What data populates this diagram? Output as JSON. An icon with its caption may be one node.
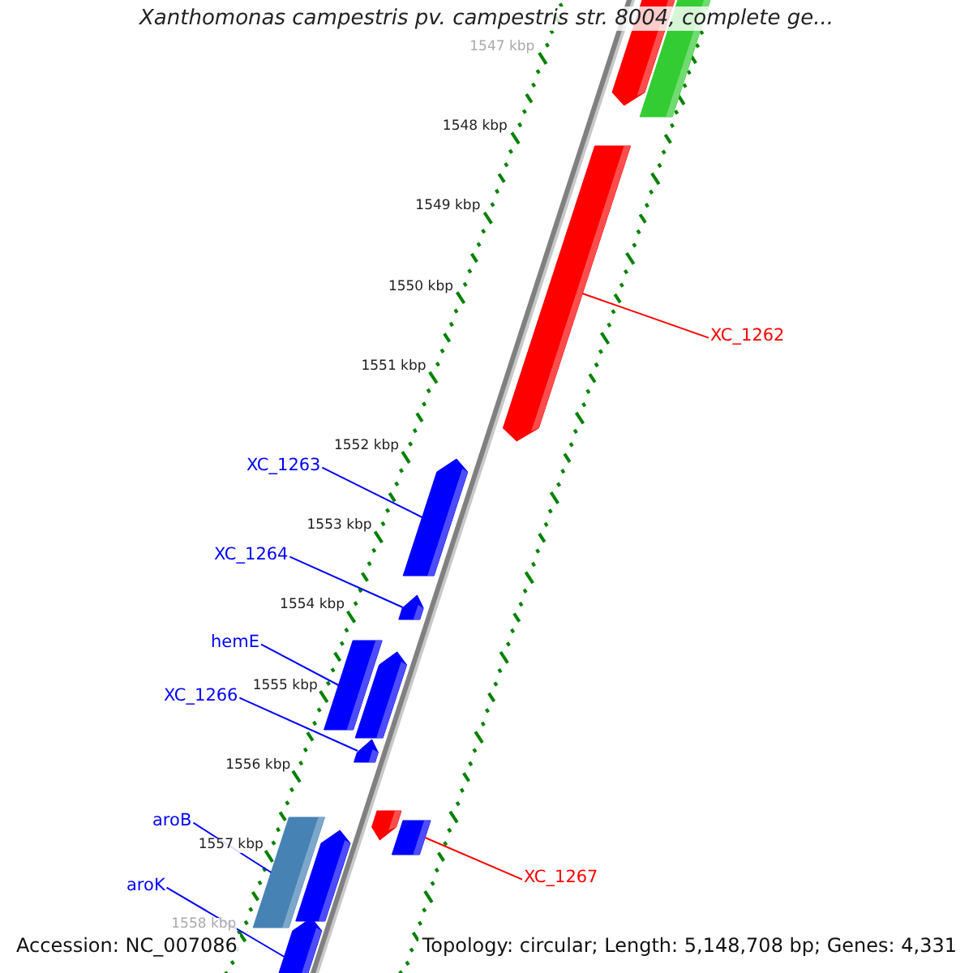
{
  "diagram": {
    "title": "Xanthomonas campestris pv. campestris str. 8004, complete ge...",
    "nodes": [
      {
        "text": [
          "XC_1262"
        ]
      },
      {
        "text": [
          "XC_1263"
        ]
      },
      {
        "text": [
          "XC_1264"
        ]
      },
      {
        "text": [
          "hemE"
        ]
      },
      {
        "text": [
          "XC_1266"
        ]
      },
      {
        "text": [
          "aroB"
        ]
      },
      {
        "text": [
          "aroK"
        ]
      },
      {
        "text": [
          "XC_1267"
        ]
      },
      {
        "text": [],
        "shape": "bar"
      },
      {
        "text": [],
        "shape": "bar"
      },
      {
        "text": [],
        "shape": "bar"
      },
      {
        "text": [],
        "shape": "bar"
      },
      {
        "text": [],
        "shape": "bar"
      },
      {
        "text": [],
        "shape": "bar"
      },
      {
        "text": [],
        "shape": "bar"
      },
      {
        "text": [],
        "shape": "bar"
      },
      {
        "text": [],
        "shape": "bar"
      },
      {
        "text": [],
        "shape": "bar"
      },
      {
        "text": [],
        "shape": "bar"
      },
      {
        "text": [],
        "shape": "bar"
      },
      {
        "text": [],
        "shape": "bar"
      }
    ],
    "edges": [
      {
        "from": 0,
        "to": 10,
        "arrow": "none",
        "color": "#ff0000"
      },
      {
        "from": 1,
        "to": 11,
        "arrow": "none"
      },
      {
        "from": 2,
        "to": 12,
        "arrow": "none"
      },
      {
        "from": 3,
        "to": 13,
        "arrow": "none"
      },
      {
        "from": 4,
        "to": 15,
        "arrow": "none"
      },
      {
        "from": 5,
        "to": 17,
        "arrow": "none"
      },
      {
        "from": 6,
        "to": 20,
        "arrow": "none"
      },
      {
        "from": 7,
        "to": 19,
        "arrow": "none",
        "color": "#ff0000"
      }
    ],
    "labels": [
      "1547 kbp",
      "1548 kbp",
      "1549 kbp",
      "1550 kbp",
      "1551 kbp",
      "1552 kbp",
      "1553 kbp",
      "1554 kbp",
      "1555 kbp",
      "1556 kbp",
      "1557 kbp",
      "1558 kbp",
      "Accession: NC_007086",
      "Topology: circular; Length: 5,148,708 bp; Genes: 4,331"
    ]
  }
}
